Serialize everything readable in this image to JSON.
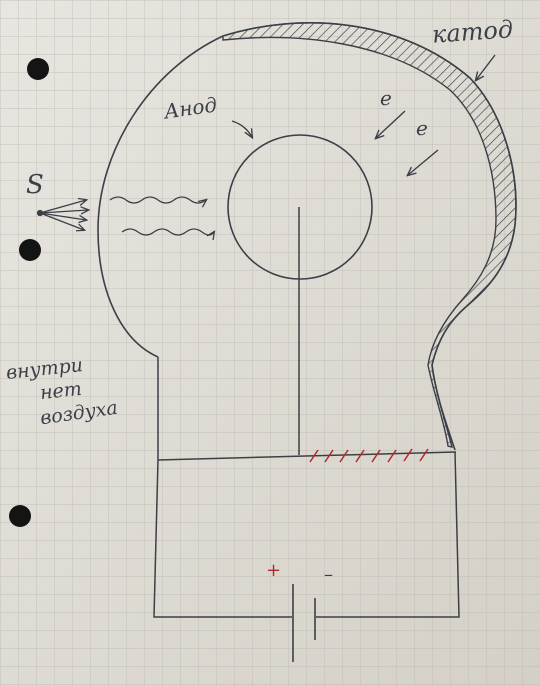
{
  "labels": {
    "cathode": "катод",
    "anode": "Анод",
    "electron_1": "e",
    "electron_2": "e",
    "source": "S",
    "no_air_line1": "внутри",
    "no_air_line2": "нет",
    "no_air_line3": "воздуха",
    "plus": "+",
    "minus": "–"
  },
  "colors": {
    "paper": "#e4e1da",
    "grid": "#b9b6b0",
    "ink": "#3b3f47",
    "red_ink": "#b0282e",
    "punch_hole": "#141414"
  },
  "icons": [
    "light-source-icon",
    "light-wave-icon",
    "electron-arrow-icon",
    "pointer-arrow-icon",
    "battery-symbol-icon",
    "punch-hole-icon"
  ]
}
